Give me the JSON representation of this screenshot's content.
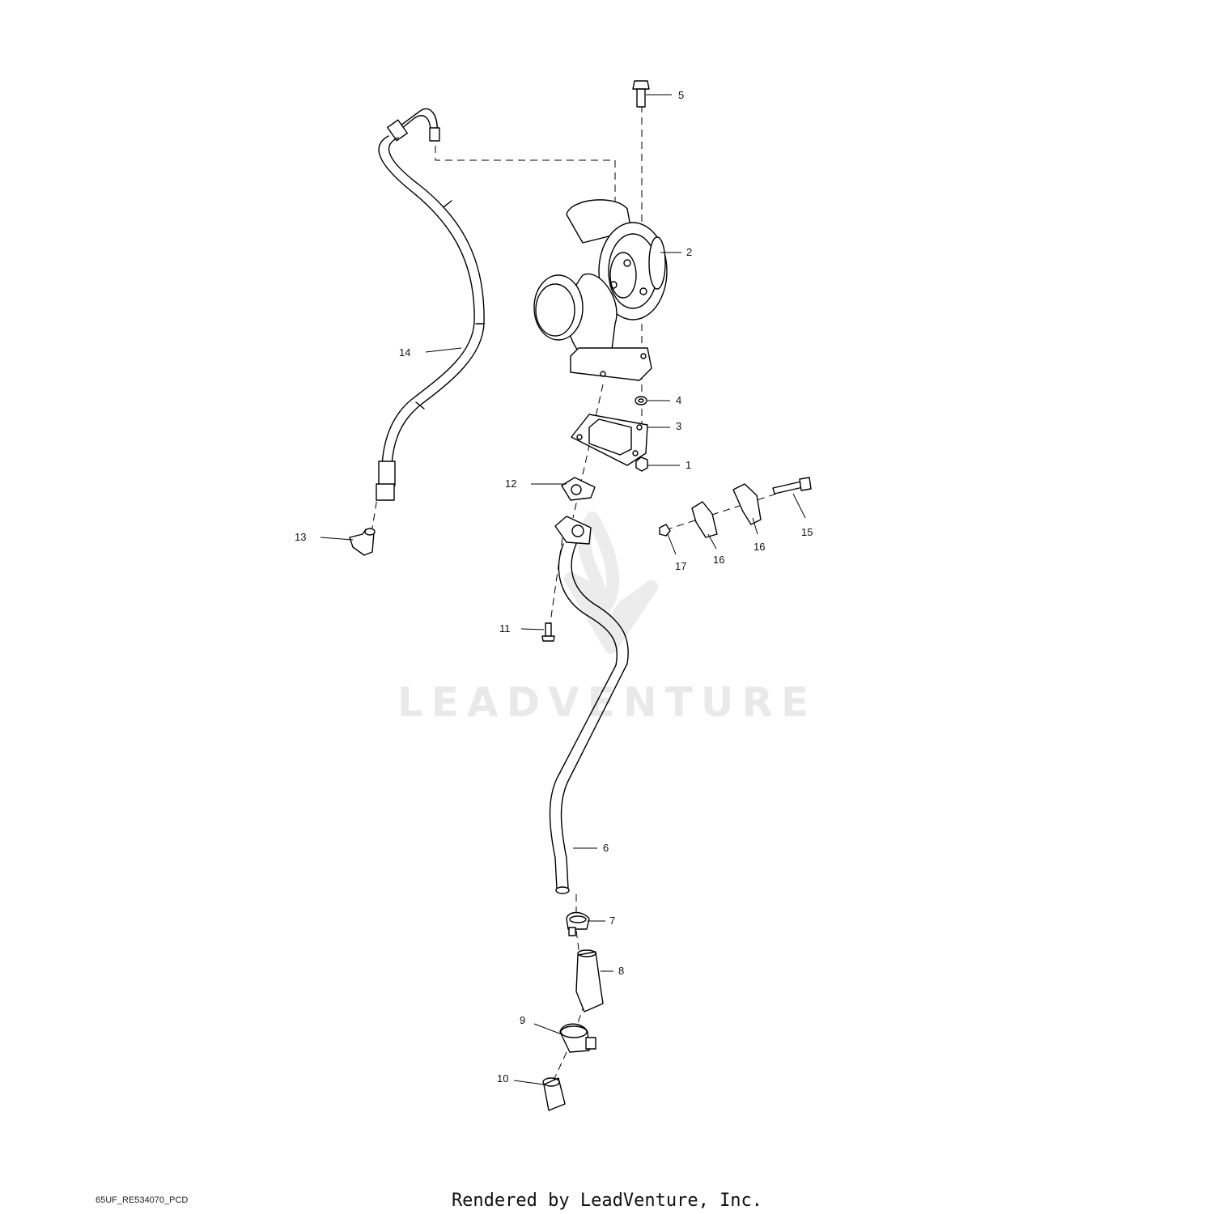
{
  "watermark": {
    "text": "LEADVENTURE"
  },
  "footer": {
    "diagram_code": "65UF_RE534070_PCD",
    "rendered_by": "Rendered by LeadVenture, Inc."
  },
  "callouts": {
    "c1": "1",
    "c2": "2",
    "c3": "3",
    "c4": "4",
    "c5": "5",
    "c6": "6",
    "c7": "7",
    "c8": "8",
    "c9": "9",
    "c10": "10",
    "c11": "11",
    "c12": "12",
    "c13": "13",
    "c14": "14",
    "c15": "15",
    "c16a": "16",
    "c16b": "16",
    "c17": "17"
  }
}
